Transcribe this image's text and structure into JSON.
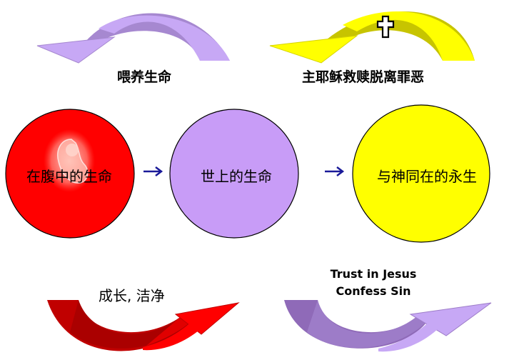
{
  "labels": {
    "nourish": "喂养生命",
    "redeemed": "主耶稣救赎脱离罪恶",
    "grow": "成长, 洁净",
    "trust_line1": "Trust in Jesus",
    "trust_line2": "Confess Sin"
  },
  "stages": [
    {
      "label": "在腹中的生命",
      "color": "#ff0000"
    },
    {
      "label": "世上的生命",
      "color": "#c89cf7"
    },
    {
      "label": "与神同在的永生",
      "color": "#ffff00"
    }
  ],
  "icons": [
    "fetus-icon",
    "cross-icon",
    "arrow-right-icon"
  ],
  "colors": {
    "red": "#ff0000",
    "purple": "#c89cf7",
    "yellow": "#ffff00",
    "arrow": "#1a1a99"
  }
}
